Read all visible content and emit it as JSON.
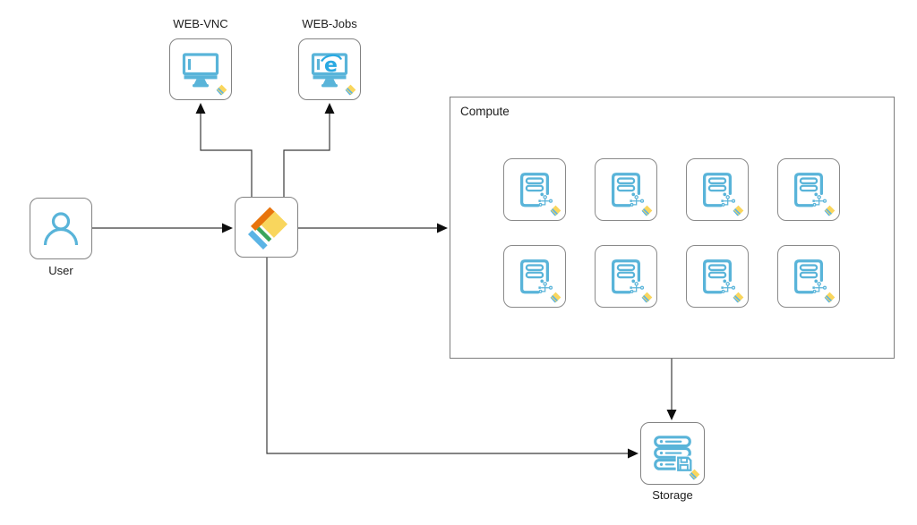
{
  "diagram": {
    "nodes": {
      "user": {
        "label": "User",
        "icon": "person-icon"
      },
      "batch": {
        "icon": "azure-batch-icon"
      },
      "web_vnc": {
        "label": "WEB-VNC",
        "icon": "monitor-icon"
      },
      "web_jobs": {
        "label": "WEB-Jobs",
        "icon": "monitor-ie-icon"
      },
      "storage": {
        "label": "Storage",
        "icon": "storage-server-icon"
      }
    },
    "compute": {
      "label": "Compute",
      "vm_count": 8,
      "vm_icon": "vm-server-icon",
      "badge_icon": "azure-badge-icon"
    },
    "edges": [
      {
        "from": "user",
        "to": "batch"
      },
      {
        "from": "batch",
        "to": "web_vnc"
      },
      {
        "from": "batch",
        "to": "web_jobs"
      },
      {
        "from": "batch",
        "to": "compute"
      },
      {
        "from": "batch",
        "to": "storage"
      },
      {
        "from": "compute",
        "to": "storage"
      }
    ],
    "colors": {
      "icon_blue": "#59B4D9",
      "ie_blue": "#29A9E2",
      "batch_orange": "#E8740C",
      "batch_yellow": "#F9D65D",
      "batch_green": "#3AA55D",
      "batch_blue": "#5BB4E5",
      "node_border": "#828282",
      "edge_line": "#3a3a3a",
      "arrow_fill": "#0e0e0e",
      "background": "#ffffff"
    }
  }
}
